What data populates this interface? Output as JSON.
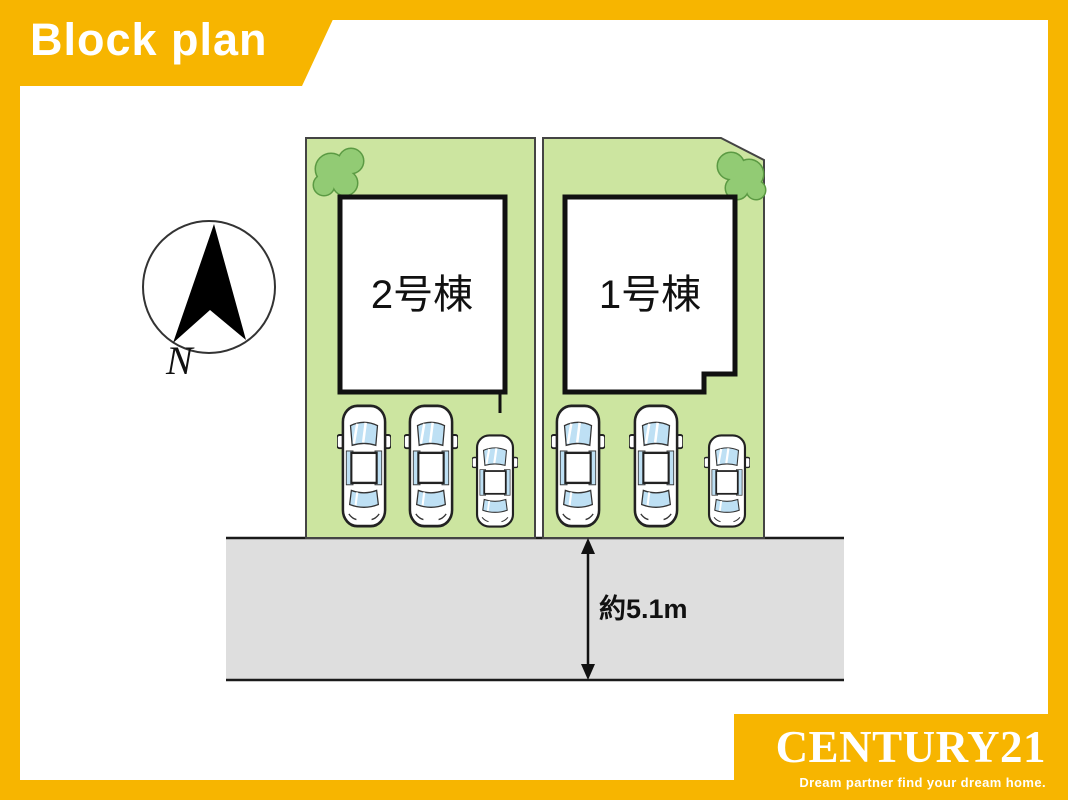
{
  "title": {
    "ribbon_label": "Block plan"
  },
  "site_plan": {
    "buildings": [
      {
        "id": "building-2",
        "label": "2号棟"
      },
      {
        "id": "building-1",
        "label": "1号棟"
      }
    ],
    "road": {
      "width_label": "約5.1m"
    },
    "compass": {
      "north_label": "N"
    },
    "icons": {
      "car_icon": "top-view parked car",
      "tree_icon": "tree canopy",
      "north-arrow-icon": "compass north arrow"
    }
  },
  "brand": {
    "wordmark": "CENTURY21",
    "tagline": "Dream partner find your dream home."
  },
  "colors": {
    "accent_yellow": "#F7B500",
    "lot_green": "#CCE5A0",
    "road_gray": "#DEDEDE",
    "tree_green": "#92CB74",
    "car_glass_blue": "#BEE0F4",
    "outline_black": "#111111"
  }
}
